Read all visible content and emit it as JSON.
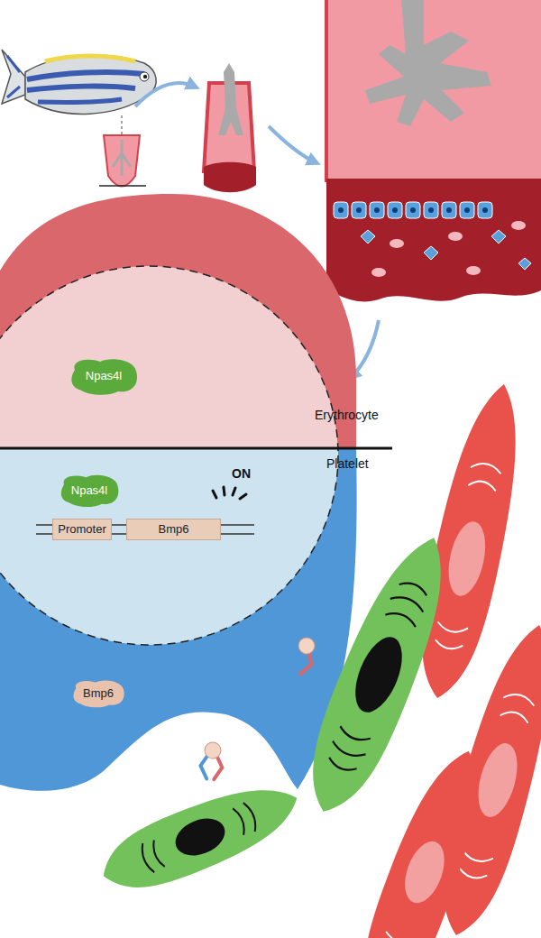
{
  "diagram": {
    "nodes": [
      {
        "text": [
          "Npas4l"
        ]
      },
      {
        "text": [
          "Npas4l"
        ]
      },
      {
        "text": [
          "Promoter"
        ]
      },
      {
        "text": [
          "Bmp6"
        ]
      },
      {
        "text": [
          "Bmp6"
        ]
      }
    ],
    "labels": [
      "Erythrocyte",
      "Platelet",
      "ON"
    ]
  }
}
